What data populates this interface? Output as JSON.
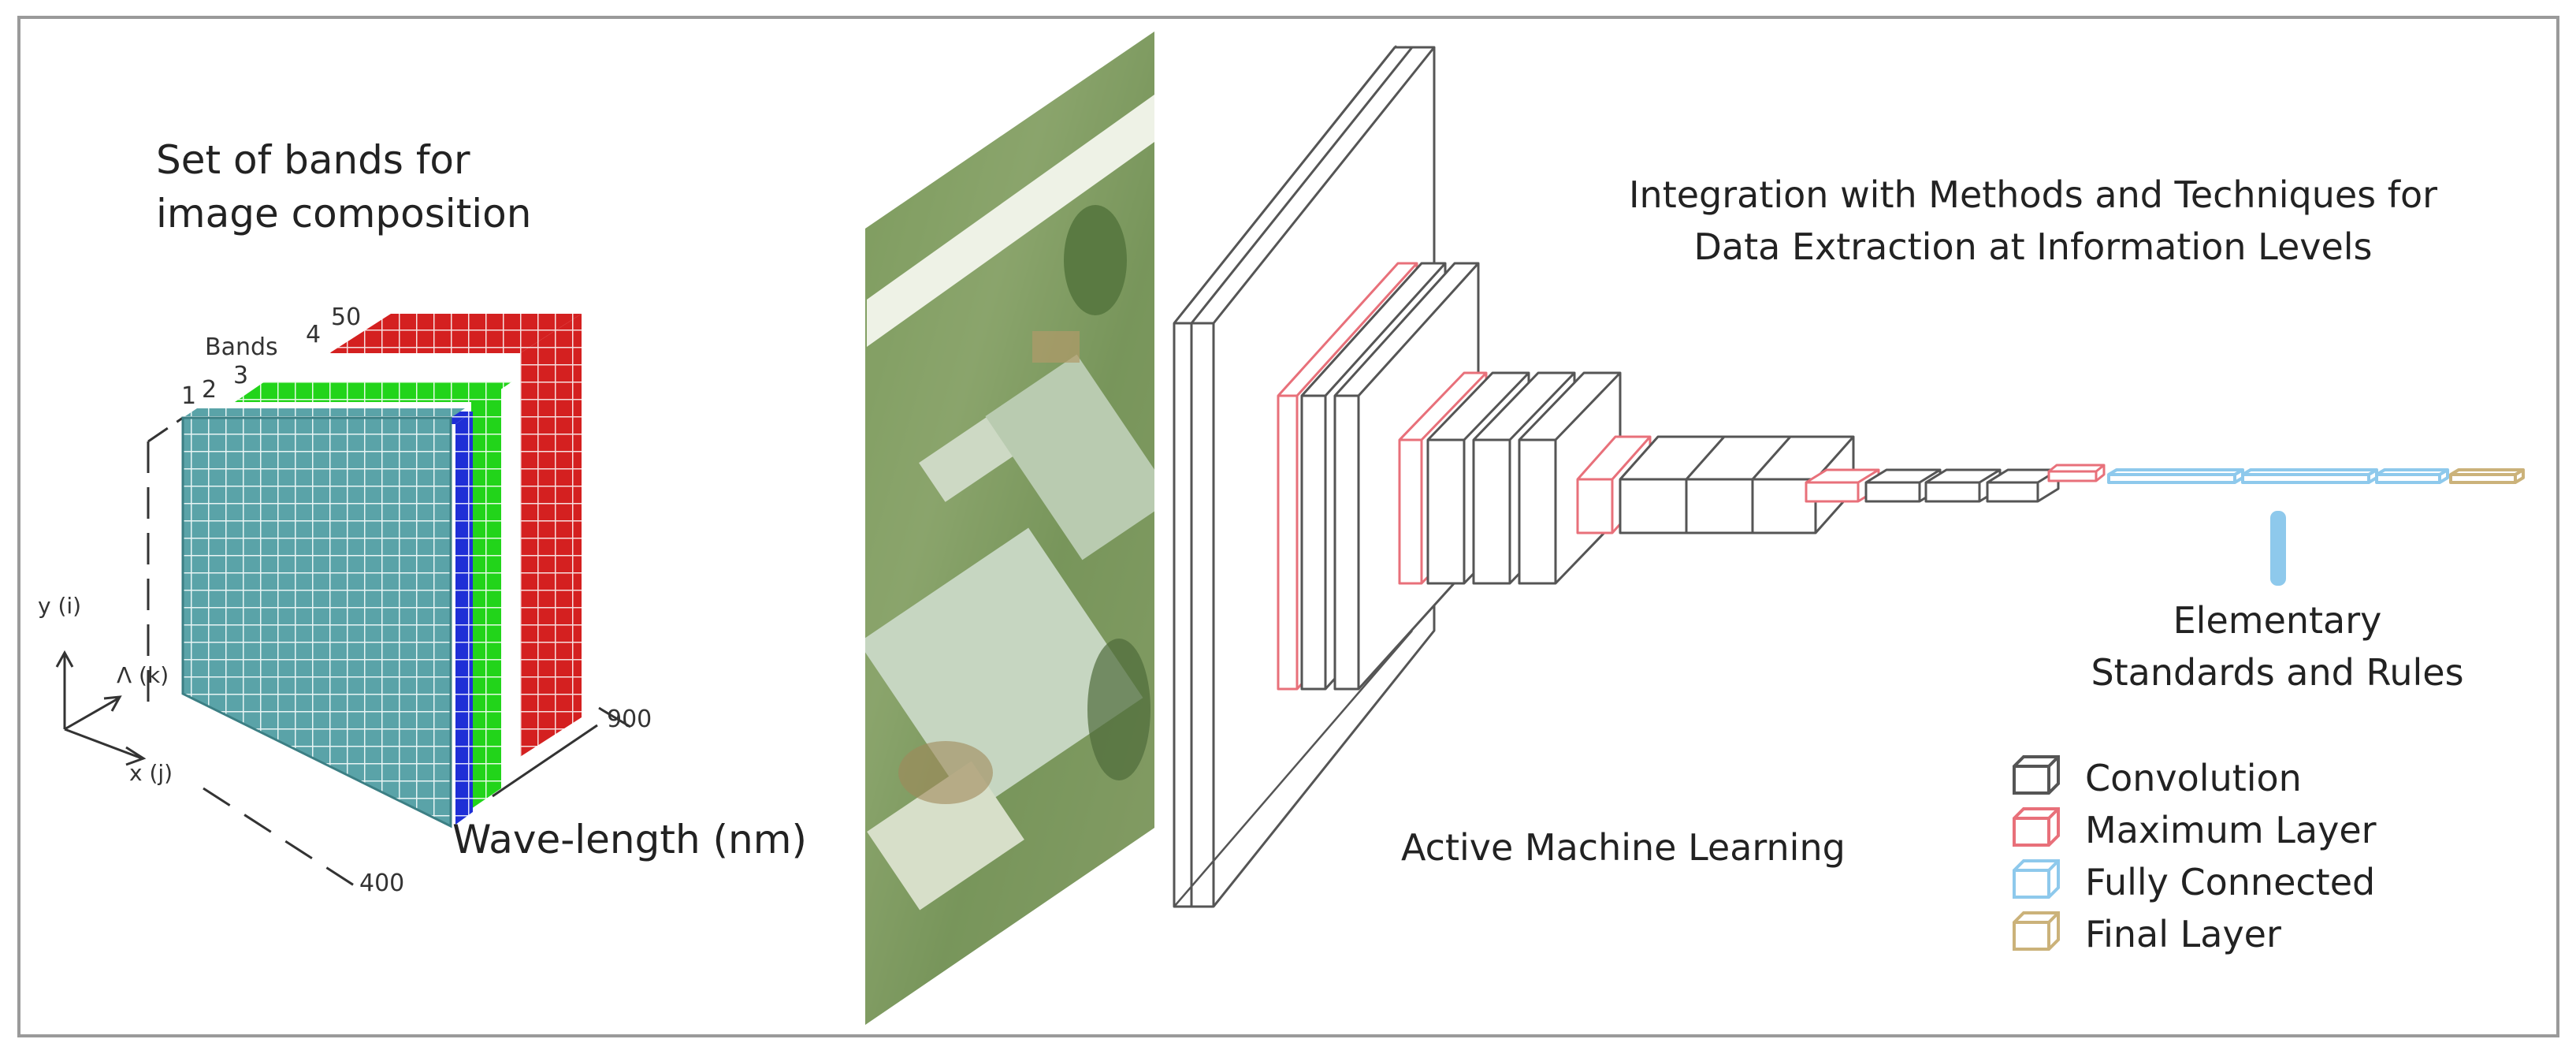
{
  "cube": {
    "title_line1": "Set of bands for",
    "title_line2": "image composition",
    "bands_label": "Bands",
    "band_1": "1",
    "band_2": "2",
    "band_3": "3",
    "band_4": "4",
    "band_50": "50",
    "axis_y": "y (i)",
    "axis_lambda": "Λ (k)",
    "axis_x": "x (j)",
    "wl_min": "400",
    "wl_max": "900",
    "wavelength_label": "Wave-length (nm)",
    "colors": {
      "teal": "#5aa3a8",
      "blue": "#1f2fd6",
      "green": "#22d41a",
      "red": "#d42020"
    }
  },
  "network": {
    "integration_line1": "Integration with Methods and Techniques for",
    "integration_line2": "Data Extraction at Information Levels",
    "rules_line1": "Elementary",
    "rules_line2": "Standards and Rules",
    "caption": "Active Machine Learning",
    "colors": {
      "conv": "#555555",
      "max": "#e8707a",
      "fc": "#8ec9ec",
      "final": "#cbb27a"
    }
  },
  "legend": {
    "conv": "Convolution",
    "max": "Maximum Layer",
    "fc": "Fully Connected",
    "final": "Final Layer"
  }
}
